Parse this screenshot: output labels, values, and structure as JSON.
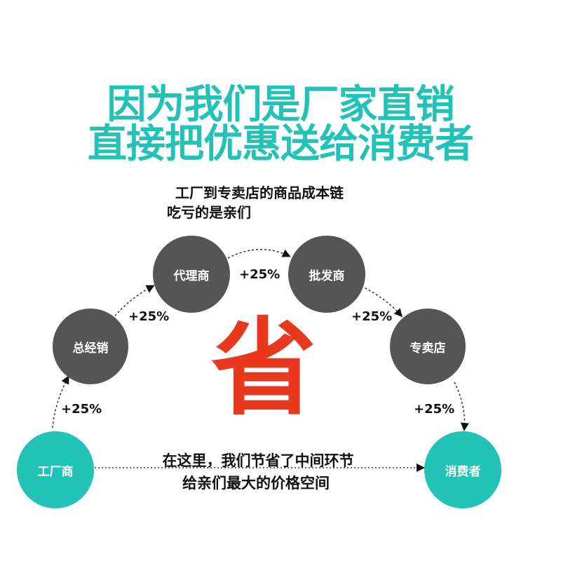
{
  "headline": {
    "line1": "因为我们是厂家直销",
    "line2": "直接把优惠送给消费者",
    "color": "#22c3b6"
  },
  "subtitle": {
    "line1": "工厂到专卖店的商品成本链",
    "line2": "吃亏的是亲们"
  },
  "nodes": {
    "factory": "工厂商",
    "general_dealer": "总经销",
    "agent": "代理商",
    "wholesaler": "批发商",
    "store": "专卖店",
    "consumer": "消费者"
  },
  "markups": {
    "factory_to_general": "+25%",
    "general_to_agent": "+25%",
    "agent_to_wholesaler": "+25%",
    "wholesaler_to_store": "+25%",
    "store_to_consumer": "+25%"
  },
  "save_char": "省",
  "bottom_note": {
    "line1": "在这里，我们节省了中间环节",
    "line2": "给亲们最大的价格空间"
  },
  "colors": {
    "teal": "#22c3b6",
    "gray": "#555555",
    "accent_red": "#e8391e"
  }
}
